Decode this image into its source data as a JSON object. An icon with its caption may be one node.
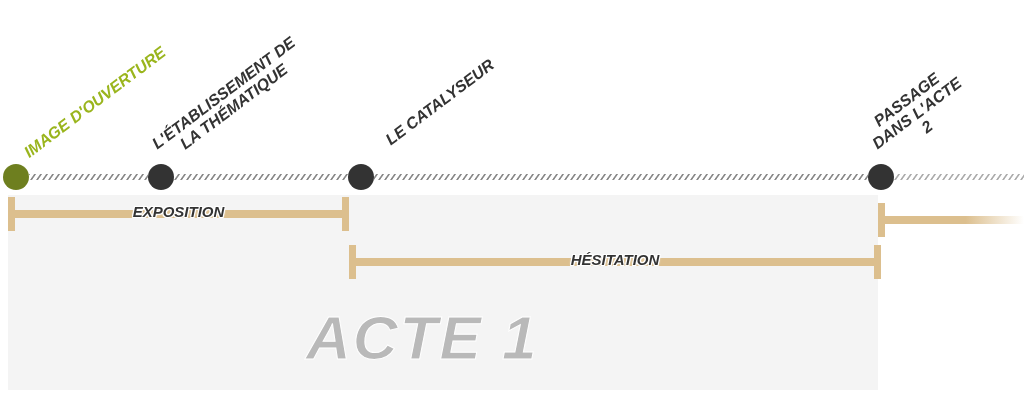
{
  "diagram": {
    "nodes": [
      {
        "text": [
          "IMAGE D'OUVERTURE"
        ]
      },
      {
        "text": [
          "L'ÉTABLISSEMENT DE LA THÉMATIQUE"
        ]
      },
      {
        "text": [
          "LE CATALYSEUR"
        ]
      },
      {
        "text": [
          "PASSAGE DANS L'ACTE 2"
        ]
      },
      {
        "text": [
          "ACTE 1"
        ]
      }
    ],
    "edges": [
      {
        "from": 0,
        "to": 1,
        "arrow": "none"
      },
      {
        "from": 1,
        "to": 2,
        "arrow": "none"
      },
      {
        "from": 2,
        "to": 3,
        "arrow": "none"
      },
      {
        "from": 3,
        "to": null,
        "arrow": "none"
      }
    ],
    "labels": [
      "EXPOSITION",
      "HÉSITATION"
    ]
  }
}
